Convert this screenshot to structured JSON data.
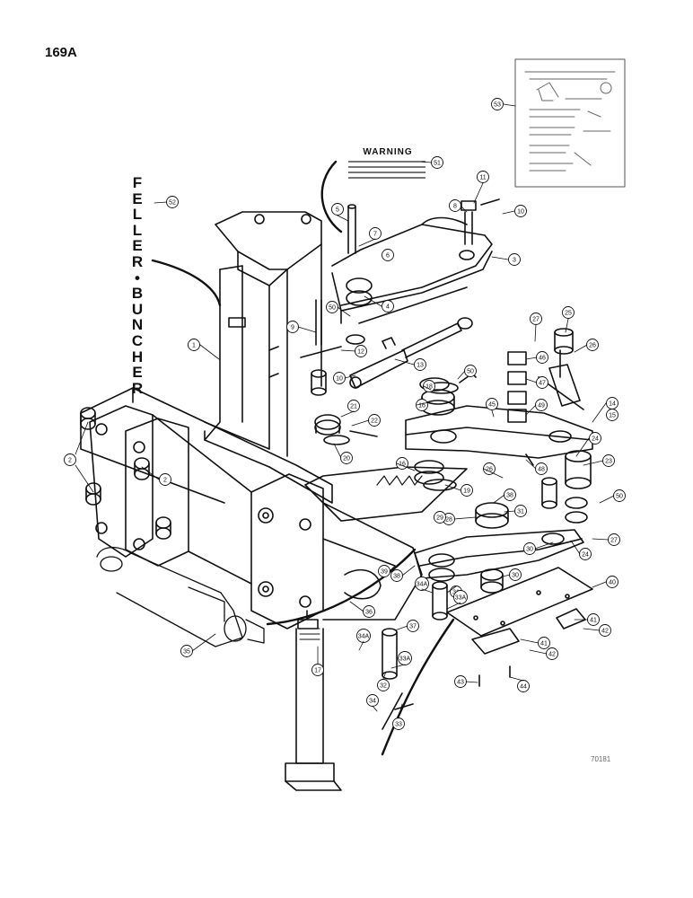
{
  "page_number": "169A",
  "side_title": "FELLER-BUNCHER",
  "warning_decal": {
    "heading": "WARNING",
    "text_lines": [
      "",
      "",
      "",
      ""
    ]
  },
  "footer_code": "70181",
  "callouts": [
    {
      "id": "c1",
      "label": "1"
    },
    {
      "id": "c2a",
      "label": "2"
    },
    {
      "id": "c2b",
      "label": "2"
    },
    {
      "id": "c3",
      "label": "3"
    },
    {
      "id": "c4",
      "label": "4"
    },
    {
      "id": "c5",
      "label": "5"
    },
    {
      "id": "c6",
      "label": "6"
    },
    {
      "id": "c7",
      "label": "7"
    },
    {
      "id": "c8",
      "label": "8"
    },
    {
      "id": "c9",
      "label": "9"
    },
    {
      "id": "c10a",
      "label": "10"
    },
    {
      "id": "c10b",
      "label": "10"
    },
    {
      "id": "c11",
      "label": "11"
    },
    {
      "id": "c12",
      "label": "12"
    },
    {
      "id": "c13",
      "label": "13"
    },
    {
      "id": "c14",
      "label": "14"
    },
    {
      "id": "c15",
      "label": "15"
    },
    {
      "id": "c16a",
      "label": "16"
    },
    {
      "id": "c16b",
      "label": "16"
    },
    {
      "id": "c17",
      "label": "17"
    },
    {
      "id": "c18",
      "label": "18"
    },
    {
      "id": "c19",
      "label": "19"
    },
    {
      "id": "c20",
      "label": "20"
    },
    {
      "id": "c21",
      "label": "21"
    },
    {
      "id": "c22",
      "label": "22"
    },
    {
      "id": "c23",
      "label": "23"
    },
    {
      "id": "c24a",
      "label": "24"
    },
    {
      "id": "c24b",
      "label": "24"
    },
    {
      "id": "c25",
      "label": "25"
    },
    {
      "id": "c26a",
      "label": "26"
    },
    {
      "id": "c26b",
      "label": "26"
    },
    {
      "id": "c27a",
      "label": "27"
    },
    {
      "id": "c27b",
      "label": "27"
    },
    {
      "id": "c28",
      "label": "28"
    },
    {
      "id": "c29",
      "label": "29"
    },
    {
      "id": "c30a",
      "label": "30"
    },
    {
      "id": "c30b",
      "label": "30"
    },
    {
      "id": "c31a",
      "label": "31"
    },
    {
      "id": "c31b",
      "label": "31"
    },
    {
      "id": "c32",
      "label": "32"
    },
    {
      "id": "c33",
      "label": "33"
    },
    {
      "id": "c33a1",
      "label": "33A"
    },
    {
      "id": "c33a2",
      "label": "33A"
    },
    {
      "id": "c34",
      "label": "34"
    },
    {
      "id": "c34a1",
      "label": "34A"
    },
    {
      "id": "c34a2",
      "label": "34A"
    },
    {
      "id": "c35",
      "label": "35"
    },
    {
      "id": "c36",
      "label": "36"
    },
    {
      "id": "c37",
      "label": "37"
    },
    {
      "id": "c38a",
      "label": "38"
    },
    {
      "id": "c38b",
      "label": "38"
    },
    {
      "id": "c39",
      "label": "39"
    },
    {
      "id": "c40",
      "label": "40"
    },
    {
      "id": "c41a",
      "label": "41"
    },
    {
      "id": "c41b",
      "label": "41"
    },
    {
      "id": "c42a",
      "label": "42"
    },
    {
      "id": "c42b",
      "label": "42"
    },
    {
      "id": "c43",
      "label": "43"
    },
    {
      "id": "c44",
      "label": "44"
    },
    {
      "id": "c45",
      "label": "45"
    },
    {
      "id": "c46",
      "label": "46"
    },
    {
      "id": "c47",
      "label": "47"
    },
    {
      "id": "c48",
      "label": "48"
    },
    {
      "id": "c49",
      "label": "49"
    },
    {
      "id": "c50a",
      "label": "50"
    },
    {
      "id": "c50b",
      "label": "50"
    },
    {
      "id": "c50c",
      "label": "50"
    },
    {
      "id": "c51",
      "label": "51"
    },
    {
      "id": "c52",
      "label": "52"
    },
    {
      "id": "c53",
      "label": "53"
    }
  ]
}
